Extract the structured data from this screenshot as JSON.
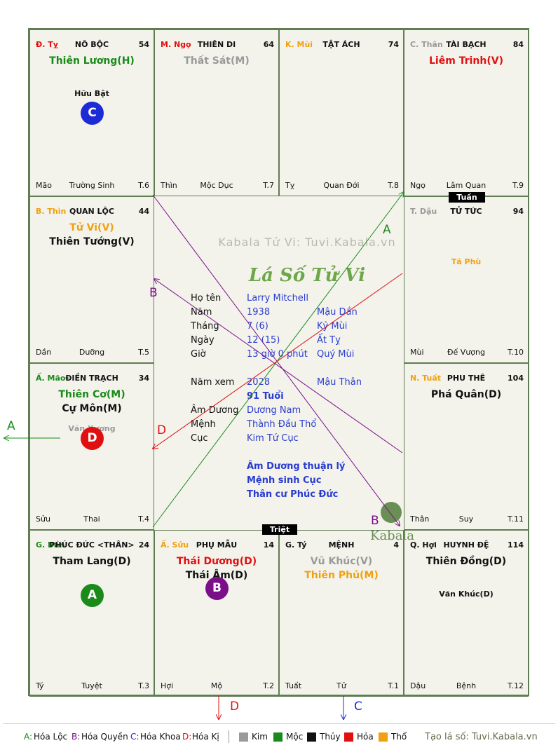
{
  "colors": {
    "green": "#1a8a1a",
    "purple": "#7b0f8a",
    "blue": "#1d2bd6",
    "red": "#e01010",
    "orange": "#f0a010",
    "gray": "#9a9a9a",
    "text_blue": "#2a3cd0",
    "border": "#5e7d52"
  },
  "palaces": [
    {
      "branch": "Đ. Tỵ",
      "palace": "NÔ BỘC",
      "age": "54",
      "stars": [
        {
          "text": "Thiên Lương(H)",
          "color": "#1a8a1a"
        }
      ],
      "minor": [
        "Hữu Bật"
      ],
      "minor_color": "#111",
      "badge": {
        "letter": "C",
        "color": "#1d2bd6"
      },
      "bottom_left": "Mão",
      "bottom_center": "Trường Sinh",
      "bottom_right": "T.6",
      "branch_color": "#e01010"
    },
    {
      "branch": "M. Ngọ",
      "palace": "THIÊN DI",
      "age": "64",
      "stars": [
        {
          "text": "Thất Sát(M)",
          "color": "#9a9a9a"
        }
      ],
      "minor": [],
      "minor_color": "#111",
      "badge": null,
      "bottom_left": "Thìn",
      "bottom_center": "Mộc Dục",
      "bottom_right": "T.7",
      "branch_color": "#e01010"
    },
    {
      "branch": "K. Mùi",
      "palace": "TẬT ÁCH",
      "age": "74",
      "stars": [],
      "minor": [],
      "minor_color": "#111",
      "badge": null,
      "bottom_left": "Tỵ",
      "bottom_center": "Quan Đới",
      "bottom_right": "T.8",
      "branch_color": "#f0a010"
    },
    {
      "branch": "C. Thân",
      "palace": "TÀI BẠCH",
      "age": "84",
      "stars": [
        {
          "text": "Liêm Trinh(V)",
          "color": "#e01010"
        }
      ],
      "minor": [],
      "minor_color": "#111",
      "badge": null,
      "bottom_left": "Ngọ",
      "bottom_center": "Lâm Quan",
      "bottom_right": "T.9",
      "branch_color": "#9a9a9a"
    },
    {
      "branch": "T. Dậu",
      "palace": "TỬ TỨC",
      "age": "94",
      "stars": [],
      "minor": [
        "Tả Phù"
      ],
      "minor_color": "#f0a010",
      "badge": null,
      "bottom_left": "Mùi",
      "bottom_center": "Đế Vượng",
      "bottom_right": "T.10",
      "branch_color": "#9a9a9a"
    },
    {
      "branch": "N. Tuất",
      "palace": "PHU THÊ",
      "age": "104",
      "stars": [
        {
          "text": "Phá Quân(D)",
          "color": "#111"
        }
      ],
      "minor": [],
      "minor_color": "#111",
      "badge": null,
      "bottom_left": "Thân",
      "bottom_center": "Suy",
      "bottom_right": "T.11",
      "branch_color": "#f0a010"
    },
    {
      "branch": "Q. Hợi",
      "palace": "HUYNH ĐỆ",
      "age": "114",
      "stars": [
        {
          "text": "Thiên Đồng(D)",
          "color": "#111"
        }
      ],
      "minor": [
        "Văn Khúc(D)"
      ],
      "minor_color": "#111",
      "badge": null,
      "bottom_left": "Dậu",
      "bottom_center": "Bệnh",
      "bottom_right": "T.12",
      "branch_color": "#111"
    },
    {
      "branch": "G. Tý",
      "palace": "MỆNH",
      "age": "4",
      "stars": [
        {
          "text": "Vũ Khúc(V)",
          "color": "#9a9a9a"
        },
        {
          "text": "Thiên Phủ(M)",
          "color": "#f0a010"
        }
      ],
      "minor": [],
      "minor_color": "#111",
      "badge": null,
      "bottom_left": "Tuất",
      "bottom_center": "Tử",
      "bottom_right": "T.1",
      "branch_color": "#111"
    },
    {
      "branch": "Ấ. Sửu",
      "palace": "PHỤ MẪU",
      "age": "14",
      "stars": [
        {
          "text": "Thái Dương(D)",
          "color": "#e01010"
        },
        {
          "text": "Thái Âm(D)",
          "color": "#111"
        }
      ],
      "minor": [],
      "minor_color": "#111",
      "badge": {
        "letter": "B",
        "color": "#7b0f8a"
      },
      "bottom_left": "Hợi",
      "bottom_center": "Mộ",
      "bottom_right": "T.2",
      "branch_color": "#f0a010"
    },
    {
      "branch": "G. Dần",
      "palace": "PHÚC ĐỨC <THÂN>",
      "age": "24",
      "stars": [
        {
          "text": "Tham Lang(D)",
          "color": "#111"
        }
      ],
      "minor": [],
      "minor_color": "#111",
      "badge": {
        "letter": "A",
        "color": "#1a8a1a"
      },
      "bottom_left": "Tý",
      "bottom_center": "Tuyệt",
      "bottom_right": "T.3",
      "branch_color": "#1a8a1a"
    },
    {
      "branch": "Ấ. Mão",
      "palace": "ĐIỀN TRẠCH",
      "age": "34",
      "stars": [
        {
          "text": "Thiên Cơ(M)",
          "color": "#1a8a1a"
        },
        {
          "text": "Cự Môn(M)",
          "color": "#111"
        }
      ],
      "minor": [
        "Văn Xương"
      ],
      "minor_color": "#9a9a9a",
      "badge": {
        "letter": "D",
        "color": "#e01010"
      },
      "bottom_left": "Sửu",
      "bottom_center": "Thai",
      "bottom_right": "T.4",
      "branch_color": "#1a8a1a"
    },
    {
      "branch": "B. Thìn",
      "palace": "QUAN LỘC",
      "age": "44",
      "stars": [
        {
          "text": "Tử Vi(V)",
          "color": "#f0a010"
        },
        {
          "text": "Thiên Tướng(V)",
          "color": "#111"
        }
      ],
      "minor": [],
      "minor_color": "#111",
      "badge": null,
      "bottom_left": "Dần",
      "bottom_center": "Dưỡng",
      "bottom_right": "T.5",
      "branch_color": "#f0a010"
    }
  ],
  "tags": {
    "tuan": "Tuần",
    "triet": "Triệt"
  },
  "center": {
    "watermark": "Kabala Tử Vi: Tuvi.Kabala.vn",
    "title": "Lá Số Tử Vi",
    "rows": [
      {
        "label": "Họ tên",
        "v1": "Larry Mitchell",
        "v2": ""
      },
      {
        "label": "Năm",
        "v1": "1938",
        "v2": "Mậu Dần"
      },
      {
        "label": "Tháng",
        "v1": "7  (6)",
        "v2": "Kỷ Mùi"
      },
      {
        "label": "Ngày",
        "v1": "12  (15)",
        "v2": "Ất Tỵ"
      },
      {
        "label": "Giờ",
        "v1": "13 giờ 0 phút",
        "v2": "Quý Mùi"
      },
      {
        "label": "Năm xem",
        "v1": "2028",
        "v2": "Mậu Thân"
      },
      {
        "label": "",
        "v1": "91 Tuổi",
        "v2": ""
      },
      {
        "label": "Âm Dương",
        "v1": "Dương Nam",
        "v2": ""
      },
      {
        "label": "Mệnh",
        "v1": "Thành Đầu Thổ",
        "v2": ""
      },
      {
        "label": "Cục",
        "v1": "Kim Tứ Cục",
        "v2": ""
      }
    ],
    "notes": [
      "Âm Dương thuận lý",
      "Mệnh sinh Cục",
      "Thân cư Phúc Đức"
    ],
    "logo": "Kabala"
  },
  "arrow_labels": {
    "A": "A",
    "B": "B",
    "C": "C",
    "D": "D"
  },
  "legend": {
    "items": [
      {
        "key": "A:",
        "text": "Hóa Lộc",
        "color": "#1a8a1a"
      },
      {
        "key": "B:",
        "text": "Hóa Quyền",
        "color": "#7b0f8a"
      },
      {
        "key": "C:",
        "text": "Hóa Khoa",
        "color": "#1d2bd6"
      },
      {
        "key": "D:",
        "text": "Hóa Kị",
        "color": "#e01010"
      }
    ],
    "elements": [
      {
        "name": "Kim",
        "color": "#9a9a9a"
      },
      {
        "name": "Mộc",
        "color": "#1a8a1a"
      },
      {
        "name": "Thủy",
        "color": "#111111"
      },
      {
        "name": "Hỏa",
        "color": "#e01010"
      },
      {
        "name": "Thổ",
        "color": "#f0a010"
      }
    ],
    "site": "Tạo lá số: Tuvi.Kabala.vn"
  }
}
